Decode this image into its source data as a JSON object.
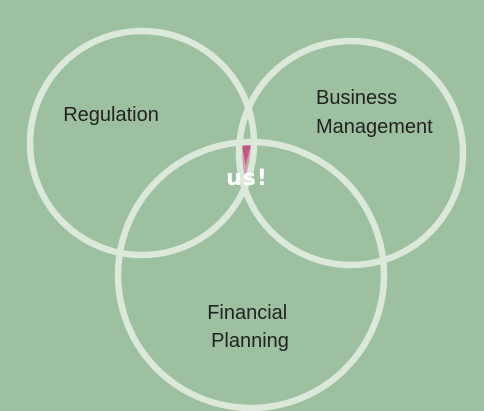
{
  "diagram": {
    "sets": [
      {
        "id": "regulation",
        "lines": [
          "Regulation"
        ]
      },
      {
        "id": "business-management",
        "lines": [
          "Business",
          "Management"
        ]
      },
      {
        "id": "financial-planning",
        "lines": [
          "Financial",
          "Planning"
        ]
      }
    ],
    "center_label": "us!"
  },
  "colors": {
    "background": "#9cc0a0",
    "ring": "#dce9da",
    "highlight": "#bf5a80",
    "highlight_edge": "#d89ab3",
    "label_text": "#222222",
    "center_text": "#ffffff"
  }
}
